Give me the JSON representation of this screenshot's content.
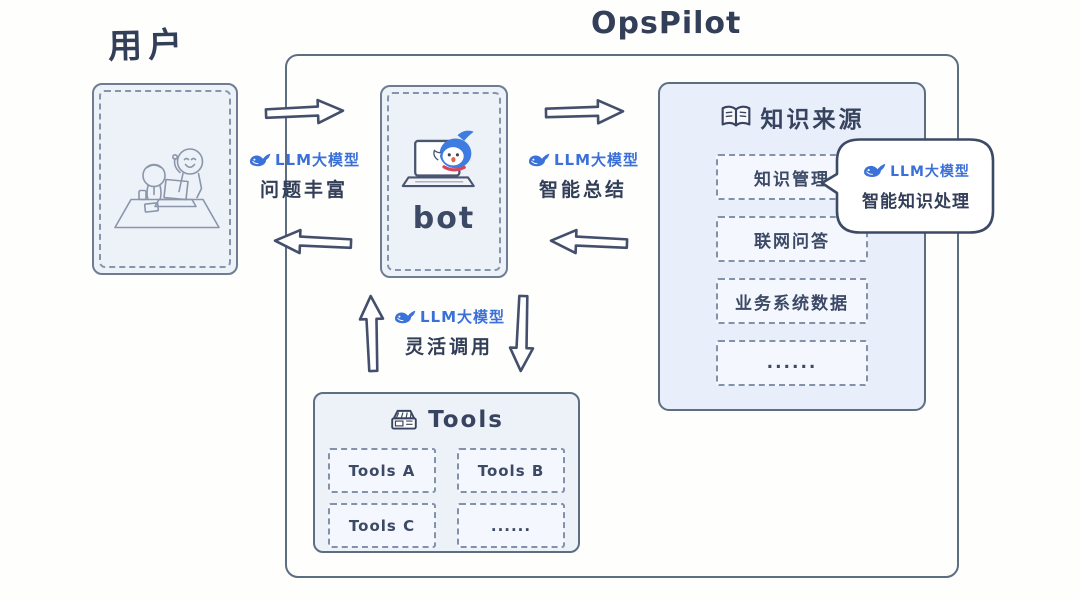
{
  "titles": {
    "user": "用户",
    "app": "OpsPilot"
  },
  "bot": {
    "label": "bot"
  },
  "flows": {
    "user_bot": {
      "llm": "LLM大模型",
      "caption": "问题丰富"
    },
    "bot_knowledge": {
      "llm": "LLM大模型",
      "caption": "智能总结"
    },
    "bot_tools": {
      "llm": "LLM大模型",
      "caption": "灵活调用"
    }
  },
  "bubble": {
    "llm": "LLM大模型",
    "caption": "智能知识处理"
  },
  "knowledge": {
    "title": "知识来源",
    "items": [
      "知识管理",
      "联网问答",
      "业务系统数据",
      "......"
    ]
  },
  "tools": {
    "title": "Tools",
    "items": [
      "Tools A",
      "Tools B",
      "Tools C",
      "......"
    ]
  },
  "colors": {
    "accent_blue": "#3b70d9",
    "dark_navy": "#333f58",
    "box_fill": "#edf2f9",
    "knowledge_fill": "#e9effa"
  },
  "icons": [
    "whale-icon",
    "book-icon",
    "toolbox-icon",
    "laptop-icon"
  ]
}
